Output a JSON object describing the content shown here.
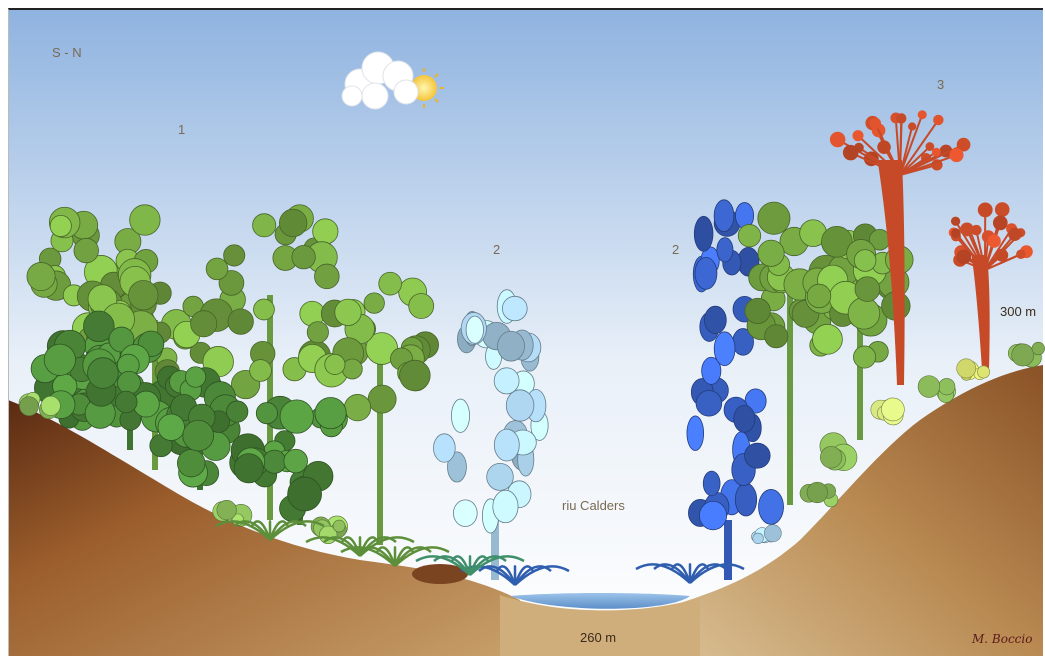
{
  "orientation": "S - N",
  "zones": {
    "left": "1",
    "center_left": "2",
    "center_right": "2",
    "right": "3"
  },
  "river": "riu Calders",
  "altitudes": {
    "ridge": "300 m",
    "valley": "260 m"
  },
  "signature": "M. Boccio",
  "colors": {
    "sky_top": "#8fb3e0",
    "sky_bottom": "#ffffff",
    "soil": "#a86f35",
    "water": "#8ab6e6",
    "beech": "#76a843",
    "understory": "#4d8a3a",
    "riparian_light": "#a9cfe8",
    "poplar_blue": "#3a63c9",
    "pine_red": "#c64a28"
  }
}
